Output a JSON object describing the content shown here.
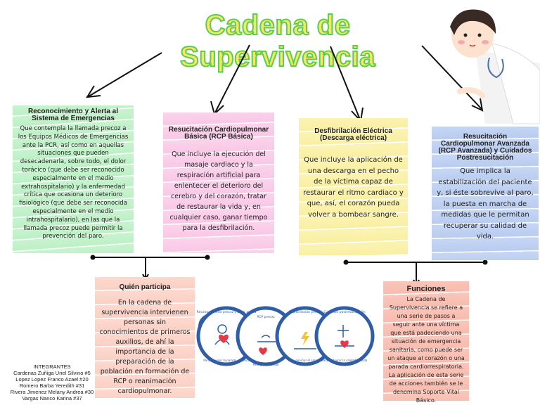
{
  "title": "Cadena de Supervivencia",
  "cards": {
    "recognition": {
      "title": "Reconocimiento y Alerta al Sistema de Emergencias",
      "text": "Que contempla la llamada precoz a los Equipos Médicos de Emergencias ante la PCR, así como en aquellas situaciones que pueden desecadenarla, sobre todo, el dolor torácico (que debe ser reconocido especialmente en el medio extrahospitalario) y la enfermedad crítica que ocasiona un deterioro fisiológico (que debe ser reconocida especialmente en el medio intrahospitalario), en las que la llamada precoz puede permitir la prevención del paro."
    },
    "rcp_basic": {
      "title": "Resucitación Cardiopulmonar Básica (RCP Básica)",
      "text": "Que incluye la ejecución del masaje cardiaco y la respiración artificial para enlentecer el deterioro del cerebro y del corazón, tratar de restaurar la vida y, en cualquier caso, ganar tiempo para la desfibrilación."
    },
    "defib": {
      "title": "Desfibrilación Eléctrica (Descarga eléctrica)",
      "text": "Que incluye la aplicación de una descarga en el pecho de la víctima capaz de restaurar el ritmo cardiaco y que, así, el corazón pueda volver a bombear sangre."
    },
    "advanced": {
      "title": "Resucitación Cardiopulmonar Avanzada (RCP Avanzada) y Cuidados Postresucitación",
      "text": "Que implica la estabilización del paciente y, si éste sobrevive al paro, la puesta en marcha de medidas que le permitan recuperar su calidad de vida."
    },
    "who": {
      "title": "Quién participa",
      "text": "En la cadena de supervivencia intervienen personas sin conocimientos de primeros auxilios, de ahí la importancia de la preparación de la población en formación de RCP o reanimación cardiopulmonar."
    },
    "functions": {
      "title": "Funciones",
      "text": "La Cadena de Supervivencia se refiere a una serie de pasos a seguir ante una víctima que está padeciendo una situación de emergencia sanitaria, como puede ser un ataque al corazón o una parada cardiorrespiratoria. La aplicación de esta serie de acciones también se le denomina Soporte Vital Básico."
    }
  },
  "chain": {
    "labels": [
      "Reconocimiento precoz y pedir ayuda",
      "RCP precoz",
      "Desfibrilación precoz",
      "Cuidados postresucitación"
    ],
    "bottom_labels": [
      "Para prevenir la parada cardiaca",
      "Para ganar tiempo",
      "Para reiniciar el corazón",
      "Para restaurar la calidad de vida"
    ]
  },
  "members": {
    "heading": "INTEGRANTES",
    "names": [
      "Cardenas Zuñiga Uriel Silvino #5",
      "Lopez Lopez Franco  Azael #20",
      "Romero Barba Yeredith #31",
      "Rivera Jimenez Melany Andrea #30",
      "Vargas Nanco Karina #37"
    ]
  },
  "colors": {
    "title_fill": "#f7e66a",
    "title_outline": "#5ccf4a",
    "chain_blue": "#2f5da8",
    "heart": "#e63946"
  }
}
